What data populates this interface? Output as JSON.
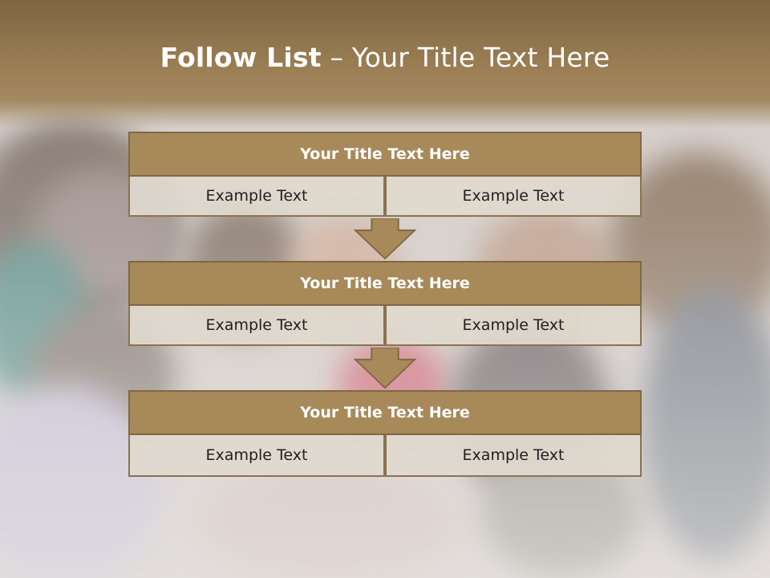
{
  "slide": {
    "title_bold": "Follow List",
    "title_rest": " – Your Title Text Here",
    "blocks": [
      {
        "title": "Your Title Text Here",
        "left": "Example Text",
        "right": "Example Text"
      },
      {
        "title": "Your Title Text Here",
        "left": "Example Text",
        "right": "Example Text"
      },
      {
        "title": "Your Title Text Here",
        "left": "Example Text",
        "right": "Example Text"
      }
    ]
  },
  "colors": {
    "header": "#9c7f55",
    "block_title": "#a7895a",
    "cell": "#dfd9ce",
    "arrow": "#a7895a",
    "border": "#7f6843"
  }
}
